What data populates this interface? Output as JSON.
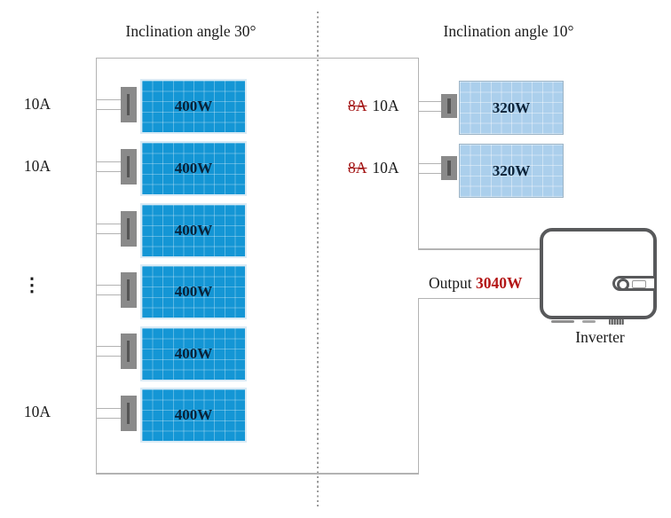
{
  "titles": {
    "left": "Inclination angle 30°",
    "right": "Inclination angle 10°"
  },
  "left_string": {
    "amp_labels": [
      "10A",
      "10A",
      "10A"
    ],
    "ellipsis": "⋮",
    "panels": [
      {
        "power": "400W"
      },
      {
        "power": "400W"
      },
      {
        "power": "400W"
      },
      {
        "power": "400W"
      },
      {
        "power": "400W"
      },
      {
        "power": "400W"
      }
    ]
  },
  "right_string": {
    "amp_labels": [
      {
        "old": "8A",
        "new": "10A"
      },
      {
        "old": "8A",
        "new": "10A"
      }
    ],
    "panels": [
      {
        "power": "320W"
      },
      {
        "power": "320W"
      }
    ]
  },
  "output": {
    "label": "Output",
    "value": "3040W"
  },
  "inverter": {
    "label": "Inverter"
  },
  "colors": {
    "panel_blue": "#1496d5",
    "panel_blue_border": "#d9eaf5",
    "panel_light": "#abcfec",
    "panel_light_border": "#9cb4c6",
    "panel_text": "#0a2137",
    "strike_red": "#a31414",
    "output_red": "#b31616",
    "wire": "#b3b3b3",
    "connector": "#8a8a8a",
    "connector_bar": "#555555",
    "inverter_border": "#58595b",
    "dotted_line": "#9c9c9c",
    "text": "#1a1a1a"
  }
}
